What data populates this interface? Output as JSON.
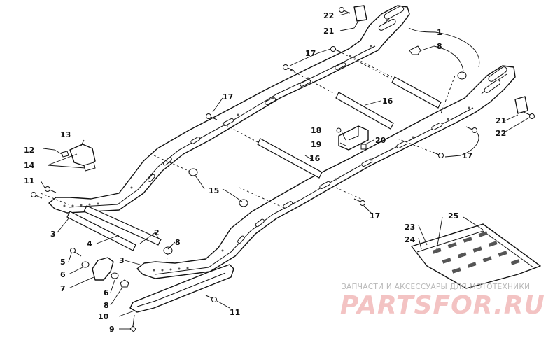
{
  "diagram": {
    "callouts": {
      "c1": "1",
      "c2": "2",
      "c3a": "3",
      "c3b": "3",
      "c4": "4",
      "c5": "5",
      "c6a": "6",
      "c6b": "6",
      "c7": "7",
      "c8a": "8",
      "c8b": "8",
      "c8c": "8",
      "c9": "9",
      "c10": "10",
      "c11a": "11",
      "c11b": "11",
      "c12": "12",
      "c13": "13",
      "c14": "14",
      "c15": "15",
      "c16a": "16",
      "c16b": "16",
      "c17a": "17",
      "c17b": "17",
      "c17c": "17",
      "c17d": "17",
      "c18": "18",
      "c19": "19",
      "c20": "20",
      "c21a": "21",
      "c21b": "21",
      "c22a": "22",
      "c22b": "22",
      "c23": "23",
      "c24": "24",
      "c25": "25"
    }
  },
  "watermark": {
    "caption": "ЗАПЧАСТИ И АКСЕССУАРЫ ДЛЯ МОТОТЕХНИКИ",
    "logo": "PARTSFOR.RU",
    "color": "#f3c3c3"
  }
}
